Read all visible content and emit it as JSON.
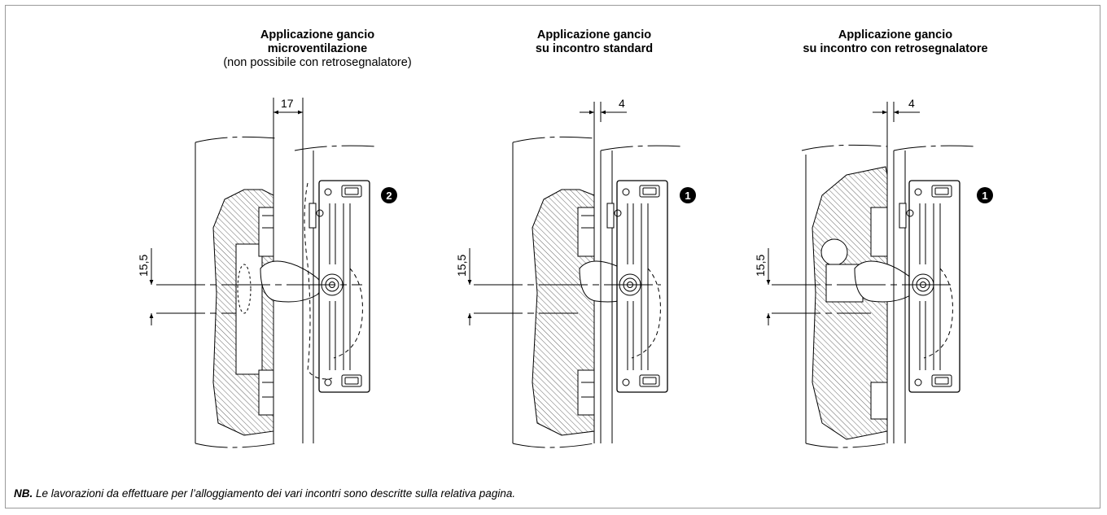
{
  "panels": [
    {
      "title_line1": "Applicazione gancio",
      "title_line2": "microventilazione",
      "title_line3": "(non possibile con retrosegnalatore)",
      "dim_top": "17",
      "dim_side": "15,5",
      "callout": "2"
    },
    {
      "title_line1": "Applicazione gancio",
      "title_line2": "su incontro standard",
      "dim_top": "4",
      "dim_side": "15,5",
      "callout": "1"
    },
    {
      "title_line1": "Applicazione gancio",
      "title_line2": "su incontro con retrosegnalatore",
      "dim_top": "4",
      "dim_side": "15,5",
      "callout": "1"
    }
  ],
  "note": {
    "label": "NB.",
    "text": " Le lavorazioni da effettuare per l’alloggiamento dei vari incontri sono descritte sulla relativa pagina."
  },
  "colors": {
    "line": "#000000",
    "hatch": "#555555",
    "frame": "#9a9a9a"
  }
}
